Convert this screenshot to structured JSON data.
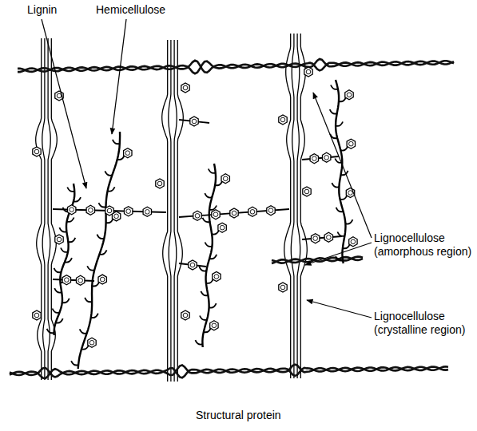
{
  "diagram": {
    "labels": [
      "Lignin",
      "Hemicellulose",
      "Lignocellulose (amorphous region)",
      "Lignocellulose (crystalline region)",
      "Structural protein"
    ]
  }
}
